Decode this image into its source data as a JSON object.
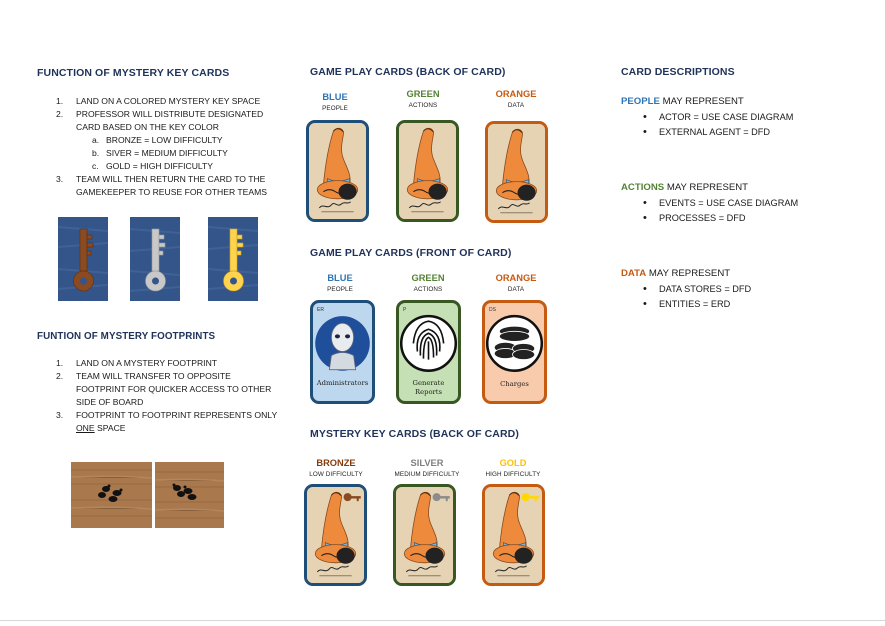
{
  "left": {
    "title1": "FUNCTION OF MYSTERY KEY CARDS",
    "steps1": [
      {
        "num": "1.",
        "text": "LAND ON A COLORED MYSTERY KEY SPACE"
      },
      {
        "num": "2.",
        "text": "PROFESSOR WILL DISTRIBUTE DESIGNATED",
        "text2": "CARD BASED ON THE KEY COLOR"
      },
      {
        "num": "3.",
        "text": "TEAM WILL THEN RETURN THE CARD TO THE",
        "text2": "GAMEKEEPER TO REUSE FOR OTHER TEAMS"
      }
    ],
    "sub": [
      {
        "num": "a.",
        "text": "BRONZE = LOW DIFFICULTY"
      },
      {
        "num": "b.",
        "text": "SIVER = MEDIUM DIFFICULTY"
      },
      {
        "num": "c.",
        "text": "GOLD = HIGH DIFFICULTY"
      }
    ],
    "title2": "FUNTION OF MYSTERY FOOTPRINTS",
    "steps2": [
      {
        "num": "1.",
        "text": "LAND ON A MYSTERY FOOTPRINT"
      },
      {
        "num": "2.",
        "text": "TEAM WILL TRANSFER TO OPPOSITE",
        "text2": "FOOTPRINT FOR QUICKER ACCESS TO OTHER",
        "text3": "SIDE OF BOARD"
      },
      {
        "num": "3.",
        "text": "FOOTPRINT TO FOOTPRINT REPRESENTS ONLY",
        "underline": "ONE",
        "rest": " SPACE"
      }
    ]
  },
  "middle": {
    "title_back": "GAME PLAY CARDS (BACK OF CARD)",
    "title_front": "GAME PLAY CARDS (FRONT OF CARD)",
    "title_keys": "MYSTERY KEY CARDS (BACK OF CARD)",
    "game_labels": [
      {
        "title": "BLUE",
        "sub": "PEOPLE",
        "color": "#2e75b6"
      },
      {
        "title": "GREEN",
        "sub": "ACTIONS",
        "color": "#548235"
      },
      {
        "title": "ORANGE",
        "sub": "DATA",
        "color": "#c55a11"
      }
    ],
    "key_labels": [
      {
        "title": "BRONZE",
        "sub": "LOW DIFFICULTY",
        "color": "#843c0c"
      },
      {
        "title": "SILVER",
        "sub": "MEDIUM DIFFICULTY",
        "color": "#7f7f7f"
      },
      {
        "title": "GOLD",
        "sub": "HIGH DIFFICULTY",
        "color": "#ffc000"
      }
    ],
    "front_cards": [
      {
        "tag": "ER",
        "name": "Administrators"
      },
      {
        "tag": "P",
        "name": "Generate",
        "name2": "Reports"
      },
      {
        "tag": "DS",
        "name": "Charges"
      }
    ],
    "signature": "Attilwich"
  },
  "right": {
    "title": "CARD DESCRIPTIONS",
    "groups": [
      {
        "head": "PEOPLE",
        "rest": " MAY REPRESENT",
        "color": "#2e75b6",
        "items": [
          "ACTOR = USE CASE DIAGRAM",
          "EXTERNAL AGENT = DFD"
        ]
      },
      {
        "head": "ACTIONS",
        "rest": " MAY REPRESENT",
        "color": "#548235",
        "items": [
          "EVENTS = USE CASE DIAGRAM",
          "PROCESSES = DFD"
        ]
      },
      {
        "head": "DATA",
        "rest": " MAY REPRESENT",
        "color": "#c55a11",
        "items": [
          "DATA STORES = DFD",
          "ENTITIES = ERD"
        ]
      }
    ]
  },
  "colors": {
    "heading": "#1f3259",
    "blue_border": "#1f4e79",
    "green_border": "#385723",
    "orange_border": "#c55a11",
    "bronze_key": "#8a4a22",
    "silver_key": "#c8c8c8",
    "gold_key": "#ffd34d"
  }
}
